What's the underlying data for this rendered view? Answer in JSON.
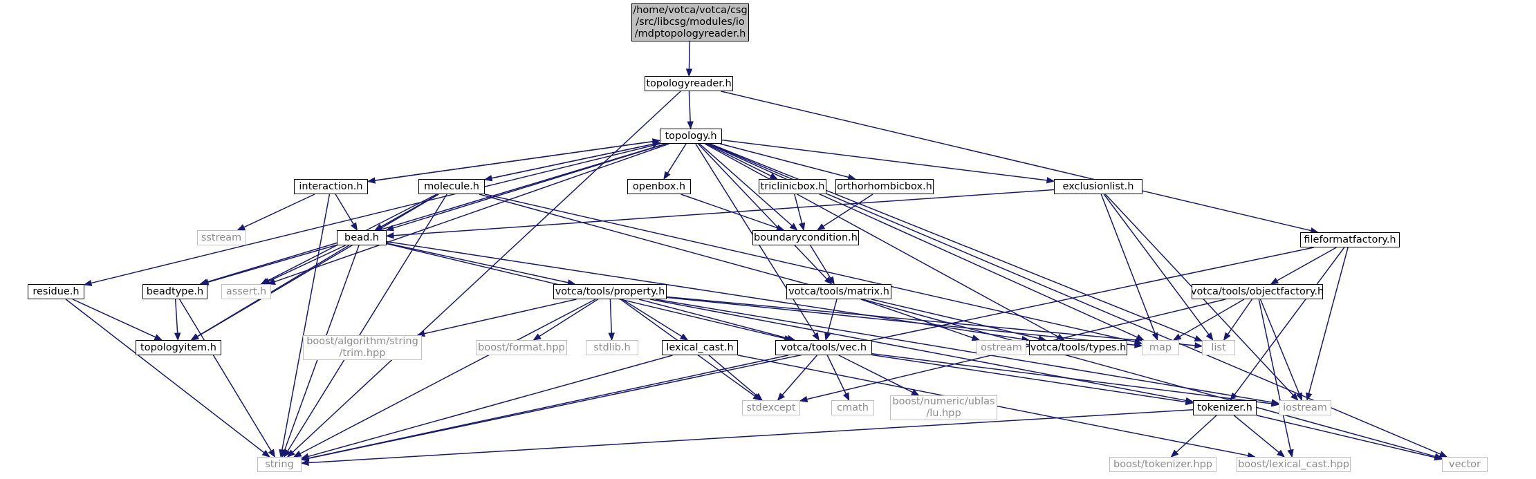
{
  "nodes": [
    {
      "id": "root",
      "label": "/home/votca/votca/csg\n/src/libcsg/modules/io\n/mdptopologyreader.h",
      "kind": "root"
    },
    {
      "id": "topologyreader",
      "label": "topologyreader.h",
      "kind": "local"
    },
    {
      "id": "topology",
      "label": "topology.h",
      "kind": "local"
    },
    {
      "id": "interaction",
      "label": "interaction.h",
      "kind": "local"
    },
    {
      "id": "molecule",
      "label": "molecule.h",
      "kind": "local"
    },
    {
      "id": "openbox",
      "label": "openbox.h",
      "kind": "local"
    },
    {
      "id": "triclinicbox",
      "label": "triclinicbox.h",
      "kind": "local"
    },
    {
      "id": "orthorhombicbox",
      "label": "orthorhombicbox.h",
      "kind": "local"
    },
    {
      "id": "exclusionlist",
      "label": "exclusionlist.h",
      "kind": "local"
    },
    {
      "id": "fileformatfactory",
      "label": "fileformatfactory.h",
      "kind": "local"
    },
    {
      "id": "sstream",
      "label": "sstream",
      "kind": "ext"
    },
    {
      "id": "bead",
      "label": "bead.h",
      "kind": "local"
    },
    {
      "id": "boundarycondition",
      "label": "boundarycondition.h",
      "kind": "local"
    },
    {
      "id": "residue",
      "label": "residue.h",
      "kind": "local"
    },
    {
      "id": "beadtype",
      "label": "beadtype.h",
      "kind": "local"
    },
    {
      "id": "assert",
      "label": "assert.h",
      "kind": "ext"
    },
    {
      "id": "property",
      "label": "votca/tools/property.h",
      "kind": "local"
    },
    {
      "id": "matrix",
      "label": "votca/tools/matrix.h",
      "kind": "local"
    },
    {
      "id": "objectfactory",
      "label": "votca/tools/objectfactory.h",
      "kind": "local"
    },
    {
      "id": "topologyitem",
      "label": "topologyitem.h",
      "kind": "local"
    },
    {
      "id": "trim",
      "label": "boost/algorithm/string\n/trim.hpp",
      "kind": "ext"
    },
    {
      "id": "format",
      "label": "boost/format.hpp",
      "kind": "ext"
    },
    {
      "id": "stdlib",
      "label": "stdlib.h",
      "kind": "ext"
    },
    {
      "id": "lexical_cast",
      "label": "lexical_cast.h",
      "kind": "local"
    },
    {
      "id": "vec",
      "label": "votca/tools/vec.h",
      "kind": "local"
    },
    {
      "id": "ostream",
      "label": "ostream",
      "kind": "ext"
    },
    {
      "id": "types",
      "label": "votca/tools/types.h",
      "kind": "local"
    },
    {
      "id": "map",
      "label": "map",
      "kind": "ext"
    },
    {
      "id": "list",
      "label": "list",
      "kind": "ext"
    },
    {
      "id": "stdexcept",
      "label": "stdexcept",
      "kind": "ext"
    },
    {
      "id": "cmath",
      "label": "cmath",
      "kind": "ext"
    },
    {
      "id": "lu",
      "label": "boost/numeric/ublas\n/lu.hpp",
      "kind": "ext"
    },
    {
      "id": "tokenizer",
      "label": "tokenizer.h",
      "kind": "local"
    },
    {
      "id": "iostream",
      "label": "iostream",
      "kind": "ext"
    },
    {
      "id": "string",
      "label": "string",
      "kind": "ext"
    },
    {
      "id": "boost_tokenizer",
      "label": "boost/tokenizer.hpp",
      "kind": "ext"
    },
    {
      "id": "boost_lexical_cast",
      "label": "boost/lexical_cast.hpp",
      "kind": "ext"
    },
    {
      "id": "vector",
      "label": "vector",
      "kind": "ext"
    }
  ],
  "edges": [
    [
      "root",
      "topologyreader"
    ],
    [
      "topologyreader",
      "topology"
    ],
    [
      "topologyreader",
      "string"
    ],
    [
      "topologyreader",
      "fileformatfactory"
    ],
    [
      "topology",
      "interaction"
    ],
    [
      "topology",
      "molecule"
    ],
    [
      "topology",
      "openbox"
    ],
    [
      "topology",
      "triclinicbox"
    ],
    [
      "topology",
      "orthorhombicbox"
    ],
    [
      "topology",
      "exclusionlist"
    ],
    [
      "topology",
      "bead"
    ],
    [
      "topology",
      "boundarycondition"
    ],
    [
      "topology",
      "residue"
    ],
    [
      "topology",
      "beadtype"
    ],
    [
      "topology",
      "assert"
    ],
    [
      "topology",
      "matrix"
    ],
    [
      "topology",
      "vec"
    ],
    [
      "topology",
      "types"
    ],
    [
      "topology",
      "map"
    ],
    [
      "topology",
      "list"
    ],
    [
      "topology",
      "vector"
    ],
    [
      "interaction",
      "topology"
    ],
    [
      "interaction",
      "sstream"
    ],
    [
      "interaction",
      "bead"
    ],
    [
      "interaction",
      "string"
    ],
    [
      "molecule",
      "topology"
    ],
    [
      "molecule",
      "bead"
    ],
    [
      "molecule",
      "topologyitem"
    ],
    [
      "molecule",
      "assert"
    ],
    [
      "molecule",
      "string"
    ],
    [
      "molecule",
      "map"
    ],
    [
      "openbox",
      "boundarycondition"
    ],
    [
      "triclinicbox",
      "boundarycondition"
    ],
    [
      "orthorhombicbox",
      "boundarycondition"
    ],
    [
      "exclusionlist",
      "bead"
    ],
    [
      "exclusionlist",
      "map"
    ],
    [
      "exclusionlist",
      "list"
    ],
    [
      "exclusionlist",
      "iostream"
    ],
    [
      "molecule",
      "vector"
    ],
    [
      "bead",
      "beadtype"
    ],
    [
      "bead",
      "topologyitem"
    ],
    [
      "bead",
      "assert"
    ],
    [
      "bead",
      "property"
    ],
    [
      "bead",
      "vec"
    ],
    [
      "bead",
      "string"
    ],
    [
      "bead",
      "types"
    ],
    [
      "boundarycondition",
      "matrix"
    ],
    [
      "residue",
      "topologyitem"
    ],
    [
      "residue",
      "string"
    ],
    [
      "beadtype",
      "topologyitem"
    ],
    [
      "beadtype",
      "string"
    ],
    [
      "property",
      "trim"
    ],
    [
      "property",
      "format"
    ],
    [
      "property",
      "stdlib"
    ],
    [
      "property",
      "lexical_cast"
    ],
    [
      "property",
      "vec"
    ],
    [
      "property",
      "tokenizer"
    ],
    [
      "property",
      "stdexcept"
    ],
    [
      "property",
      "map"
    ],
    [
      "property",
      "list"
    ],
    [
      "property",
      "iostream"
    ],
    [
      "property",
      "string"
    ],
    [
      "matrix",
      "vec"
    ],
    [
      "matrix",
      "ostream"
    ],
    [
      "matrix",
      "types"
    ],
    [
      "fileformatfactory",
      "objectfactory"
    ],
    [
      "fileformatfactory",
      "tokenizer"
    ],
    [
      "fileformatfactory",
      "iostream"
    ],
    [
      "fileformatfactory",
      "string"
    ],
    [
      "objectfactory",
      "map"
    ],
    [
      "objectfactory",
      "list"
    ],
    [
      "objectfactory",
      "iostream"
    ],
    [
      "objectfactory",
      "stdexcept"
    ],
    [
      "objectfactory",
      "boost_lexical_cast"
    ],
    [
      "lexical_cast",
      "stdexcept"
    ],
    [
      "lexical_cast",
      "string"
    ],
    [
      "lexical_cast",
      "boost_lexical_cast"
    ],
    [
      "vec",
      "stdexcept"
    ],
    [
      "vec",
      "cmath"
    ],
    [
      "vec",
      "lu"
    ],
    [
      "vec",
      "tokenizer"
    ],
    [
      "vec",
      "iostream"
    ],
    [
      "vec",
      "string"
    ],
    [
      "tokenizer",
      "boost_tokenizer"
    ],
    [
      "tokenizer",
      "boost_lexical_cast"
    ],
    [
      "tokenizer",
      "string"
    ],
    [
      "tokenizer",
      "vector"
    ]
  ]
}
